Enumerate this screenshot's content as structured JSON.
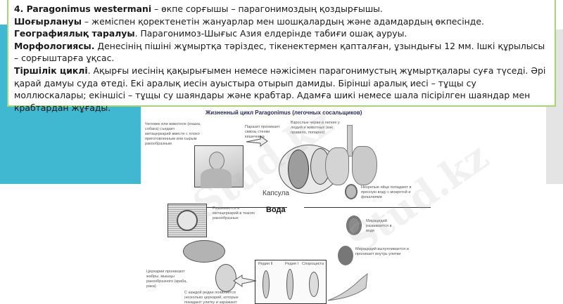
{
  "slide": {
    "colors": {
      "teal_panel": "#41b8d2",
      "gray_panel": "#e4e4e4",
      "text_border": "#a9d470",
      "text": "#1a1a1a"
    },
    "text_box": {
      "line1_bold": "4. Paragonimus westermani",
      "line1_rest": " – өкпе сорғышы – парагонимоздың қоздырғышы.",
      "line2_bold": "Шоғырлануы",
      "line2_rest": " – жеміспен қоректенетін жануарлар мен шошқалардың және адамдардың өкпесінде.",
      "line3_bold": "Географиялық таралуы",
      "line3_rest": ". Парагонимоз-Шығыс Азия елдерінде табиғи ошақ ауруы.",
      "line4_bold": "Морфологиясы.",
      "line4_rest": " Денесінің пішіні жұмыртқа тәріздес, тікенектермен қапталған, ұзындығы 12 мм. Ішкі құрылысы – сорғыштарға ұқсас.",
      "line5_bold": "Тіршілік циклі",
      "line5_rest": ". Ақырғы иесінің қақырығымен немесе нәжісімен парагонимустың жұмыртқалары суға түседі. Әрі қарай дамуы суда өтеді. Екі аралық иесін ауыстыра отырып дамиды. Бірінші аралық иесі – тұщы су моллюскалары; екіншісі – тұщы су шаяндары және крабтар. Адамға шикі немесе шала пісірілген шаяндар мен крабтардан жұғады."
    },
    "diagram": {
      "title": "Жизненный цикл Paragonimus (легочных сосальщиков)",
      "captions": {
        "human_eats": "Человек или животное (кошка, собака) съедает метацеркарий вместе с плохо приготовленным или сырым ракообразным",
        "parasite_penetrates": "Паразит проникает сквозь стенки кишечника",
        "adult_worms": "Взрослые черви в легких у людей и животных (как правило, попарно)",
        "capsule": "Капсула",
        "immature_eggs": "Незрелые яйца попадают в пресную воду с мокротой и фекалиями",
        "water": "Вода",
        "miracidium_develops": "Мирацидий развивается в воде",
        "miracidium_hatches": "Мирацидий вылупливается и проникает внутрь улитки",
        "metacercaria": "Развиваются в метацеркарий в тканях ракообразных",
        "cercariae_penetrate": "Церкарии проникают жабры, мышцы ракообразного (краба, рака)",
        "each_redia": "С каждой редии появляется несколько церкарий, которые покидают улитку и заражают ракообразное",
        "redia_2": "Редия II",
        "redia_1": "Редия I",
        "sporocyst": "Спороциста"
      }
    },
    "watermark": "Stud.kz"
  }
}
